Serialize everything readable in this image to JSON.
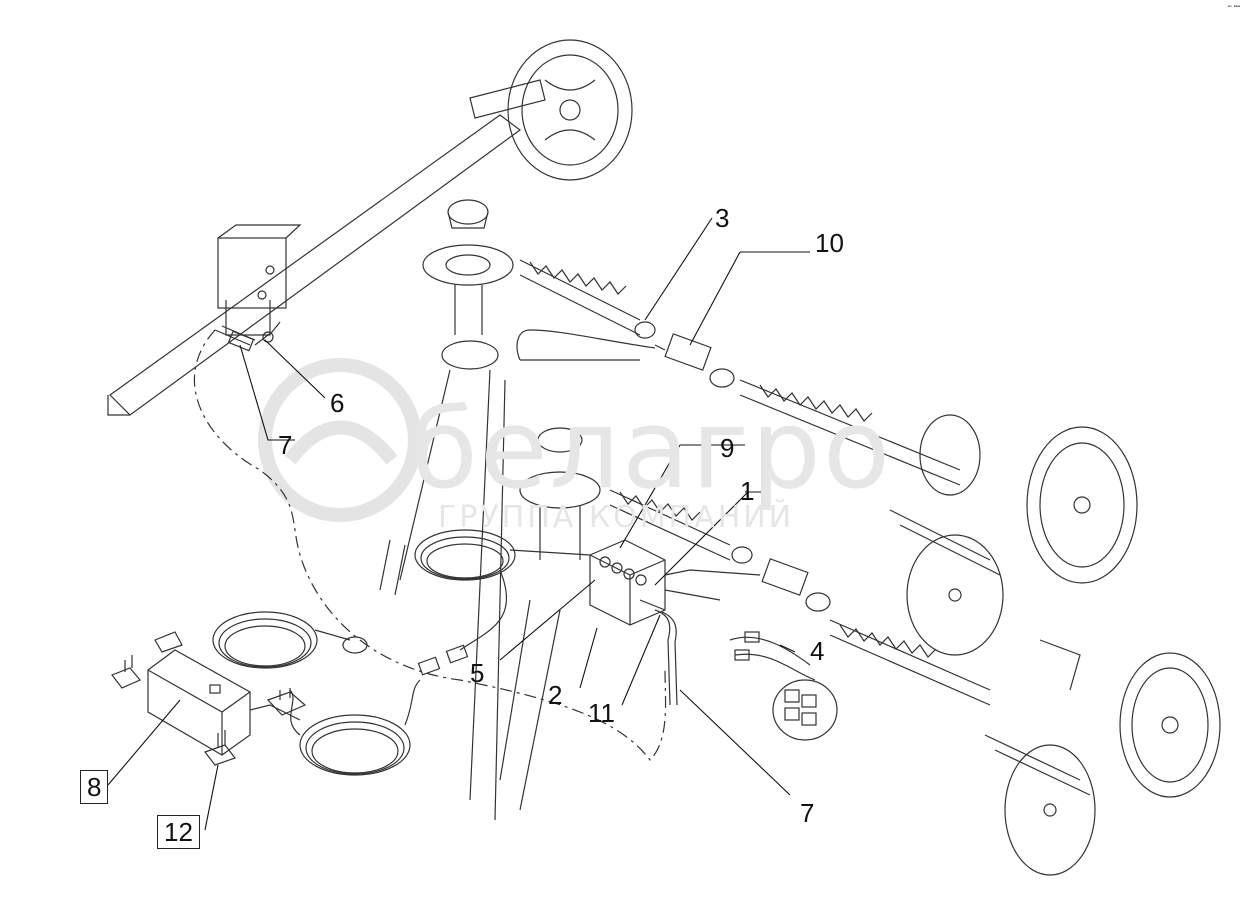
{
  "corner_mark": "▪▫ ▪▪▪",
  "watermark": {
    "brand": "белагро",
    "tagline": "ГРУППА КОМПАНИЙ"
  },
  "callouts": [
    {
      "id": "c3",
      "label": "3",
      "boxed": false
    },
    {
      "id": "c10",
      "label": "10",
      "boxed": false
    },
    {
      "id": "c6",
      "label": "6",
      "boxed": false
    },
    {
      "id": "c7a",
      "label": "7",
      "boxed": false
    },
    {
      "id": "c9",
      "label": "9",
      "boxed": false
    },
    {
      "id": "c1",
      "label": "1",
      "boxed": false
    },
    {
      "id": "c4",
      "label": "4",
      "boxed": false
    },
    {
      "id": "c5",
      "label": "5",
      "boxed": false
    },
    {
      "id": "c2",
      "label": "2",
      "boxed": false
    },
    {
      "id": "c11",
      "label": "11",
      "boxed": false
    },
    {
      "id": "c7b",
      "label": "7",
      "boxed": false
    },
    {
      "id": "c8",
      "label": "8",
      "boxed": true
    },
    {
      "id": "c12",
      "label": "12",
      "boxed": true
    }
  ],
  "colors": {
    "line": "#222222",
    "part": "#333333",
    "watermark": "#e6e6e6"
  }
}
